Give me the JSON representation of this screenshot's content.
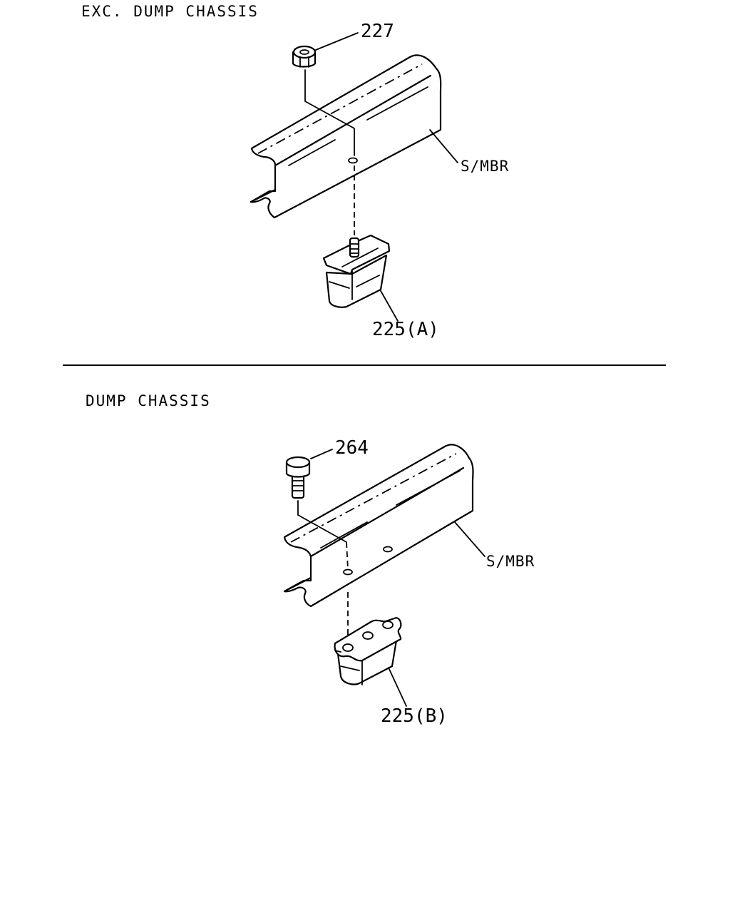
{
  "sections": [
    {
      "title": "EXC. DUMP CHASSIS",
      "fastener_callout": "227",
      "member_label": "S/MBR",
      "part_callout": "225(A)",
      "fastener_icon": "nut-icon",
      "part_icon": "bumper-rubber-icon"
    },
    {
      "title": "DUMP CHASSIS",
      "fastener_callout": "264",
      "member_label": "S/MBR",
      "part_callout": "225(B)",
      "fastener_icon": "bolt-icon",
      "part_icon": "bumper-rubber-icon"
    }
  ],
  "colors": {
    "line": "#000000",
    "background": "#ffffff"
  }
}
